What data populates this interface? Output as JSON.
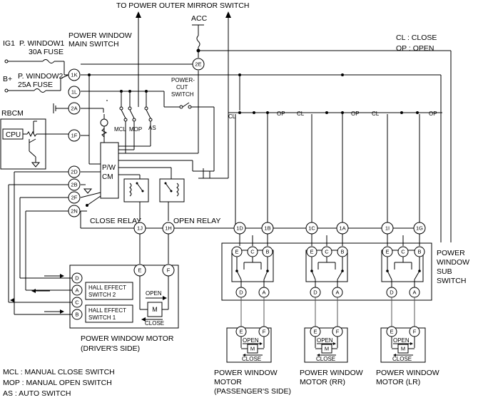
{
  "top_label": "TO POWER OUTER MIRROR SWITCH",
  "acc": "ACC",
  "legend_cl": "CL : CLOSE",
  "legend_op": "OP : OPEN",
  "ig1": "IG1",
  "bplus": "B+",
  "fuse1": [
    "P. WINDOW1",
    "30A FUSE"
  ],
  "fuse2": [
    "P. WINDOW2",
    "25A FUSE"
  ],
  "main_switch": [
    "POWER WINDOW",
    "MAIN SWITCH"
  ],
  "power_cut": [
    "POWER-",
    "CUT",
    "SWITCH"
  ],
  "rbcm": "RBCM",
  "cpu": "CPU",
  "pwcm": [
    "P/W",
    "CM"
  ],
  "sw_mcl": "MCL",
  "sw_mop": "MOP",
  "sw_as": "AS",
  "cl": "CL",
  "op": "OP",
  "close_relay": "CLOSE RELAY",
  "open_relay": "OPEN RELAY",
  "conn_main": [
    "1K",
    "1L",
    "2A",
    "1F",
    "2D",
    "2B",
    "2F",
    "2N",
    "2E"
  ],
  "conn_relay": [
    "1J",
    "1H"
  ],
  "conn_sub": [
    "1D",
    "1B",
    "1C",
    "1A",
    "1I",
    "1G"
  ],
  "motor_pins": [
    "D",
    "A",
    "C",
    "B"
  ],
  "motor_top": [
    "E",
    "F"
  ],
  "hall2": [
    "HALL EFFECT",
    "SWITCH 2"
  ],
  "hall1": [
    "HALL EFFECT",
    "SWITCH 1"
  ],
  "open": "OPEN",
  "close": "CLOSE",
  "motor_m": "M",
  "driver_motor": [
    "POWER WINDOW MOTOR",
    "(DRIVER'S SIDE)"
  ],
  "sub_switch": [
    "POWER",
    "WINDOW",
    "SUB",
    "SWITCH"
  ],
  "sub_pins_top": [
    "E",
    "C",
    "B"
  ],
  "sub_pins_bot": [
    "D",
    "A"
  ],
  "pm_pins": [
    "E",
    "F"
  ],
  "pass_motor": [
    "POWER WINDOW",
    "MOTOR",
    "(PASSENGER'S SIDE)"
  ],
  "rr_motor": [
    "POWER WINDOW",
    "MOTOR (RR)"
  ],
  "lr_motor": [
    "POWER WINDOW",
    "MOTOR (LR)"
  ],
  "legend": [
    "MCL : MANUAL CLOSE SWITCH",
    "MOP : MANUAL OPEN SWITCH",
    "AS   : AUTO SWITCH"
  ]
}
